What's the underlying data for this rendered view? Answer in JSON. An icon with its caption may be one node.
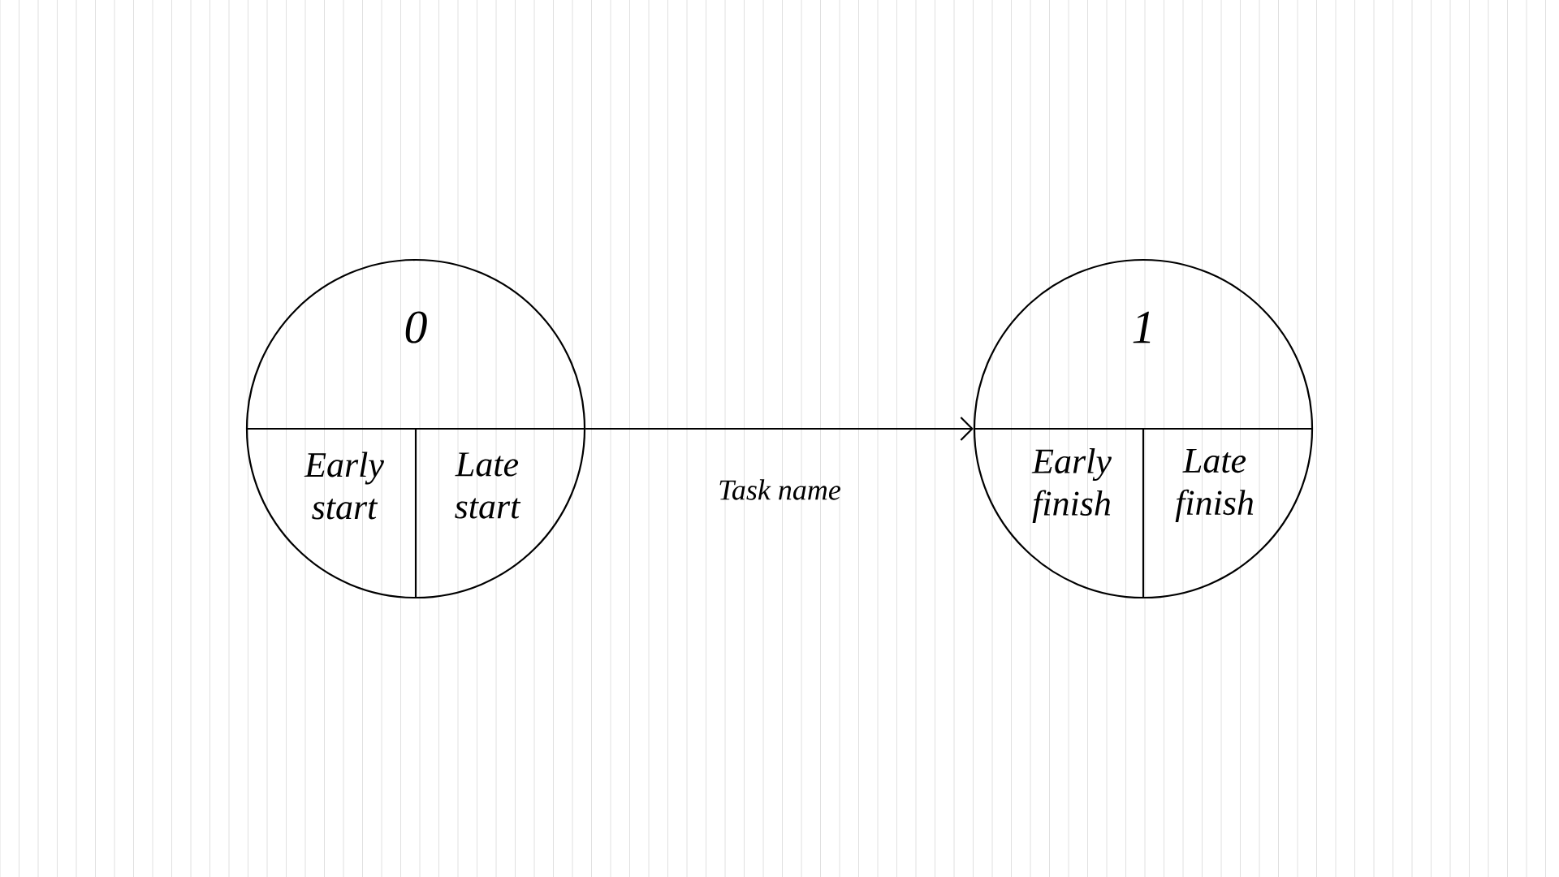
{
  "diagram": {
    "nodes": [
      {
        "text": [
          "0",
          "Early start",
          "Late start"
        ]
      },
      {
        "text": [
          "1",
          "Early finish",
          "Late finish"
        ]
      }
    ],
    "edges": [
      {
        "from": 0,
        "to": 1,
        "arrow": "to",
        "label": "Task name"
      }
    ]
  }
}
